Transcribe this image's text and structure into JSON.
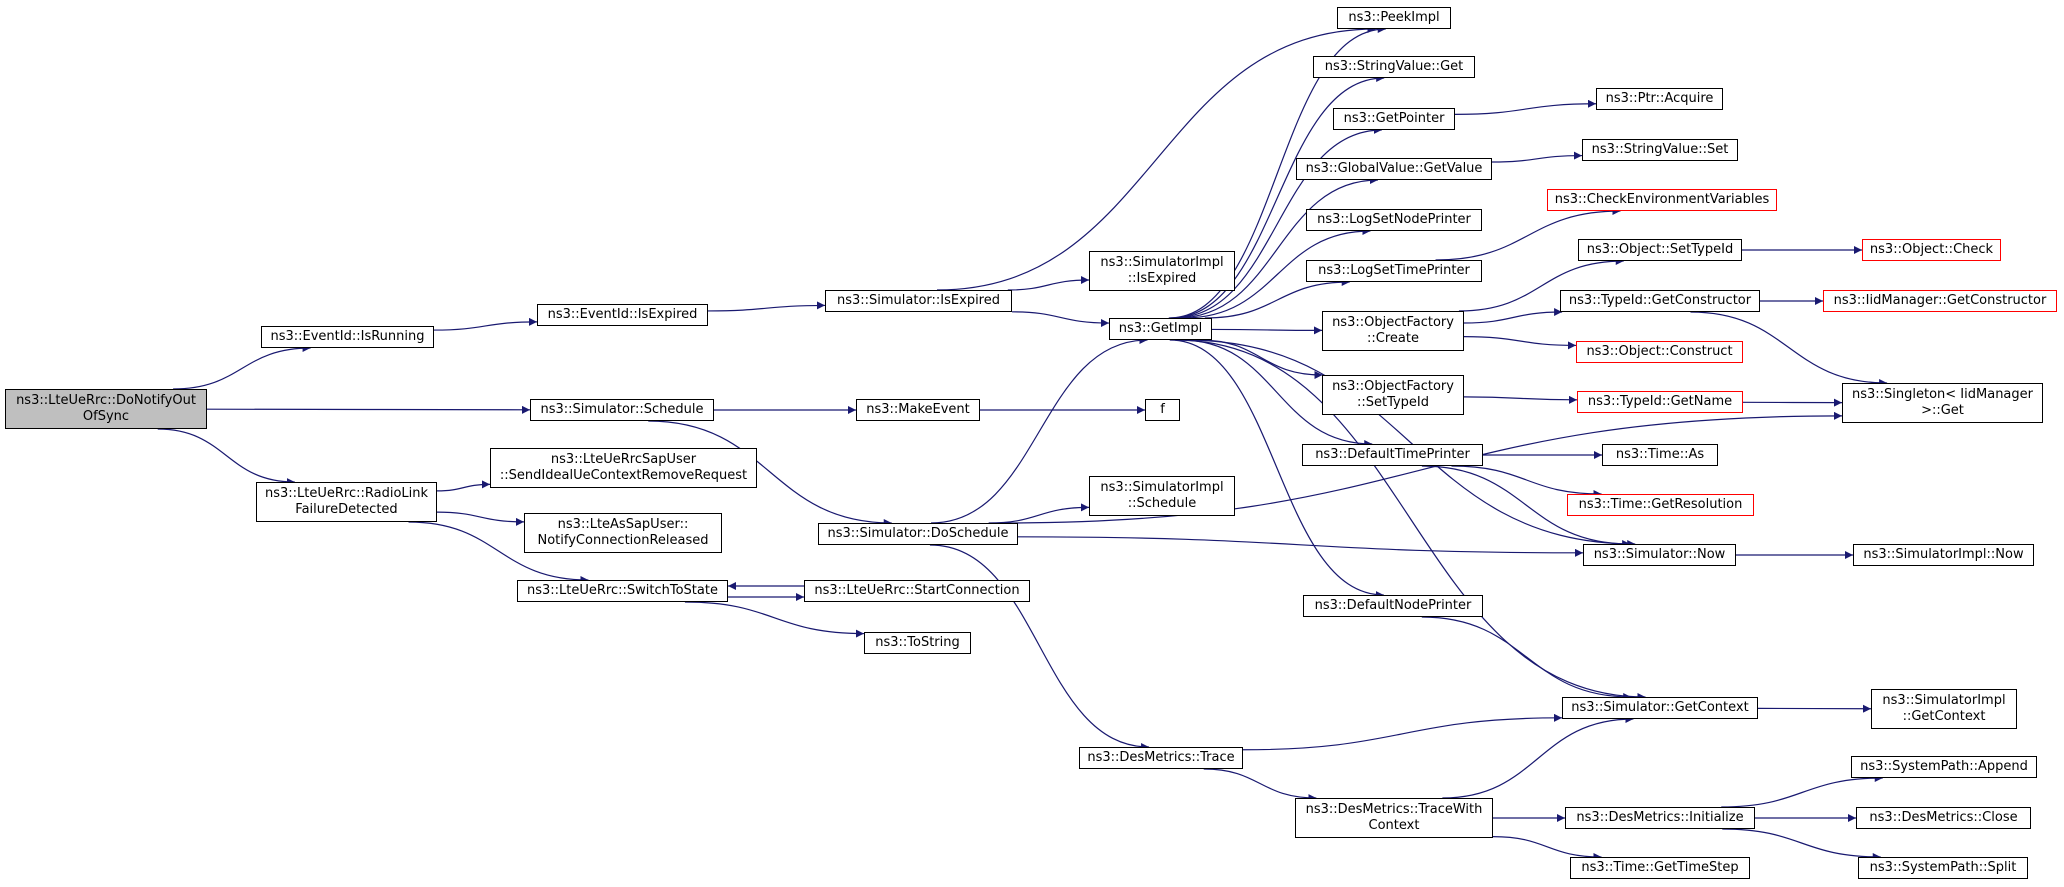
{
  "colors": {
    "edge": "#191970",
    "border": "#000000",
    "truncated_border": "#ff0000",
    "root_fill": "#bfbfbf",
    "node_fill": "#ffffff"
  },
  "nodes": {
    "root": "ns3::LteUeRrc::DoNotifyOut\nOfSync",
    "eventid_isrunning": "ns3::EventId::IsRunning",
    "eventid_isexpired": "ns3::EventId::IsExpired",
    "sim_isexpired": "ns3::Simulator::IsExpired",
    "simimpl_isexpired": "ns3::SimulatorImpl\n::IsExpired",
    "peekimpl": "ns3::PeekImpl",
    "stringvalue_get": "ns3::StringValue::Get",
    "getpointer": "ns3::GetPointer",
    "ptr_acquire": "ns3::Ptr::Acquire",
    "globalvalue_getvalue": "ns3::GlobalValue::GetValue",
    "stringvalue_set": "ns3::StringValue::Set",
    "logsetnodeprinter": "ns3::LogSetNodePrinter",
    "checkenv": "ns3::CheckEnvironmentVariables",
    "logsettimeprinter": "ns3::LogSetTimePrinter",
    "object_settypeid": "ns3::Object::SetTypeId",
    "object_check": "ns3::Object::Check",
    "getimpl": "ns3::GetImpl",
    "objectfactory_create": "ns3::ObjectFactory\n::Create",
    "typeid_getconstructor": "ns3::TypeId::GetConstructor",
    "iidmanager_getconstructor": "ns3::IidManager::GetConstructor",
    "object_construct": "ns3::Object::Construct",
    "objectfactory_settypeid": "ns3::ObjectFactory\n::SetTypeId",
    "typeid_getname": "ns3::TypeId::GetName",
    "singleton_get": "ns3::Singleton< IidManager\n>::Get",
    "sim_schedule": "ns3::Simulator::Schedule",
    "makeevent": "ns3::MakeEvent",
    "f": "f",
    "defaulttimeprinter": "ns3::DefaultTimePrinter",
    "time_as": "ns3::Time::As",
    "time_getresolution": "ns3::Time::GetResolution",
    "radiolink": "ns3::LteUeRrc::RadioLink\nFailureDetected",
    "sapuser_send": "ns3::LteUeRrcSapUser\n::SendIdealUeContextRemoveRequest",
    "assapuser_notify": "ns3::LteAsSapUser::\nNotifyConnectionReleased",
    "simimpl_schedule": "ns3::SimulatorImpl\n::Schedule",
    "sim_doschedule": "ns3::Simulator::DoSchedule",
    "sim_now": "ns3::Simulator::Now",
    "simimpl_now": "ns3::SimulatorImpl::Now",
    "switchtostate": "ns3::LteUeRrc::SwitchToState",
    "startconnection": "ns3::LteUeRrc::StartConnection",
    "defaultnodeprinter": "ns3::DefaultNodePrinter",
    "tostring": "ns3::ToString",
    "sim_getcontext": "ns3::Simulator::GetContext",
    "simimpl_getcontext": "ns3::SimulatorImpl\n::GetContext",
    "desmetrics_trace": "ns3::DesMetrics::Trace",
    "systempath_append": "ns3::SystemPath::Append",
    "desmetrics_tracewithcontext": "ns3::DesMetrics::TraceWith\nContext",
    "desmetrics_initialize": "ns3::DesMetrics::Initialize",
    "desmetrics_close": "ns3::DesMetrics::Close",
    "systempath_split": "ns3::SystemPath::Split",
    "time_gettimestep": "ns3::Time::GetTimeStep"
  }
}
